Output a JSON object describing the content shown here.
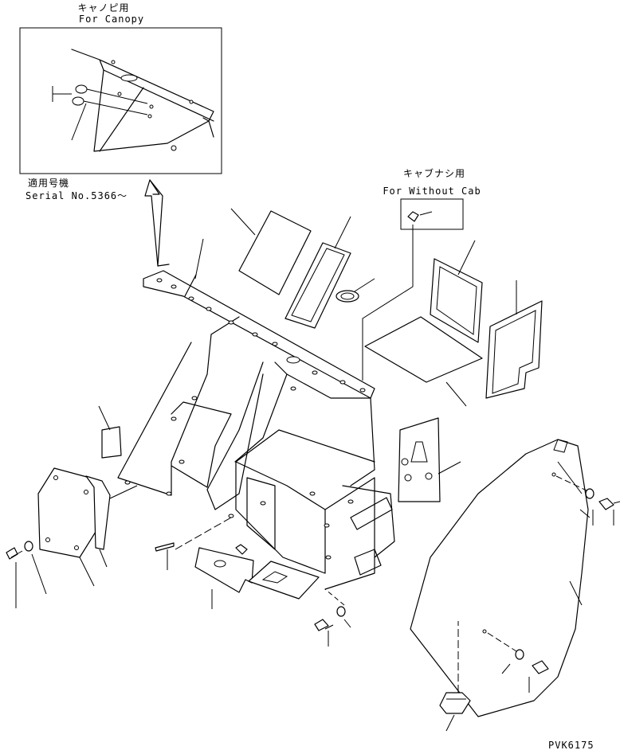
{
  "inset_canopy": {
    "title_jp": "キャノピ用",
    "title_en": "For Canopy"
  },
  "serial_note": {
    "line1": "適用号機",
    "line2": "Serial No.5366～"
  },
  "inset_without_cab": {
    "title_jp": "キャブナシ用",
    "title_en": "For Without Cab"
  },
  "drawing_code": "PVK6175"
}
